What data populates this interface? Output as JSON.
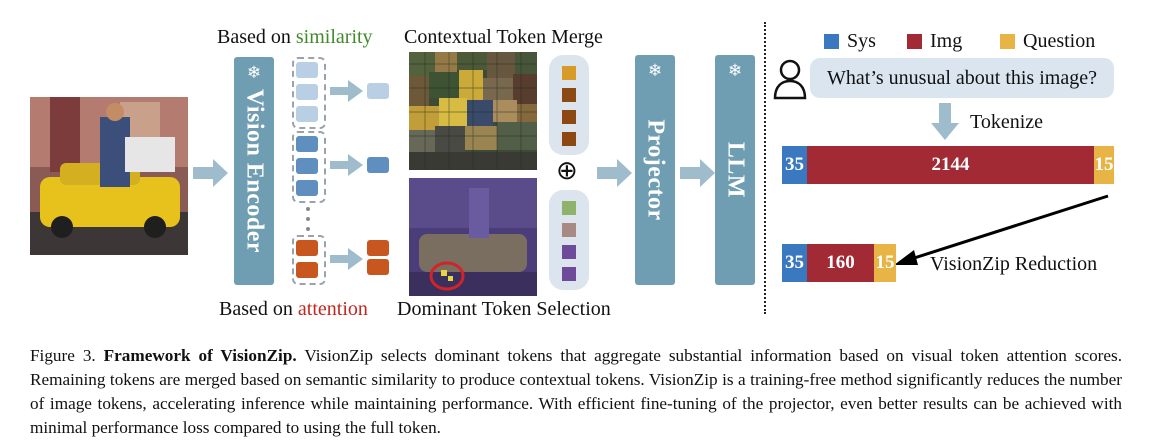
{
  "labels": {
    "based_on_prefix": "Based on",
    "similarity": "similarity",
    "attention": "attention",
    "contextual_merge": "Contextual Token Merge",
    "dominant_selection": "Dominant Token Selection",
    "vision_encoder": "Vision Encoder",
    "projector": "Projector",
    "llm": "LLM",
    "plus": "⊕",
    "snowflake": "❄"
  },
  "legend": [
    {
      "name": "Sys",
      "color": "#3a78c0"
    },
    {
      "name": "Img",
      "color": "#a12a35"
    },
    {
      "name": "Question",
      "color": "#e9b446"
    }
  ],
  "user_question": "What’s unusual about this image?",
  "tokenize_label": "Tokenize",
  "full_bar": {
    "sys": "35",
    "img": "2144",
    "question": "15"
  },
  "reduced_bar": {
    "sys": "35",
    "img": "160",
    "question": "15"
  },
  "reduction_label": "VisionZip Reduction",
  "caption": {
    "figure_no": "Figure 3.",
    "title": "Framework of VisionZip.",
    "text": " VisionZip  selects dominant tokens that aggregate substantial information based on visual token attention scores. Remaining tokens are merged based on semantic similarity to produce contextual tokens.  VisionZip is a training-free method significantly reduces the number of image tokens, accelerating inference while maintaining performance. With efficient fine-tuning of the projector, even better results can be achieved with minimal performance loss compared to using the full token."
  },
  "colors": {
    "merge_tokens": [
      "#d79b2a",
      "#8c4a12",
      "#8c4a12",
      "#8c4a12"
    ],
    "select_tokens": [
      "#8fb36a",
      "#a88a82",
      "#6e4a9a",
      "#6e4a9a"
    ],
    "encoder_blue_light": "#b9cfe3",
    "encoder_blue": "#5f8fbf",
    "encoder_orange": "#c8561f"
  }
}
